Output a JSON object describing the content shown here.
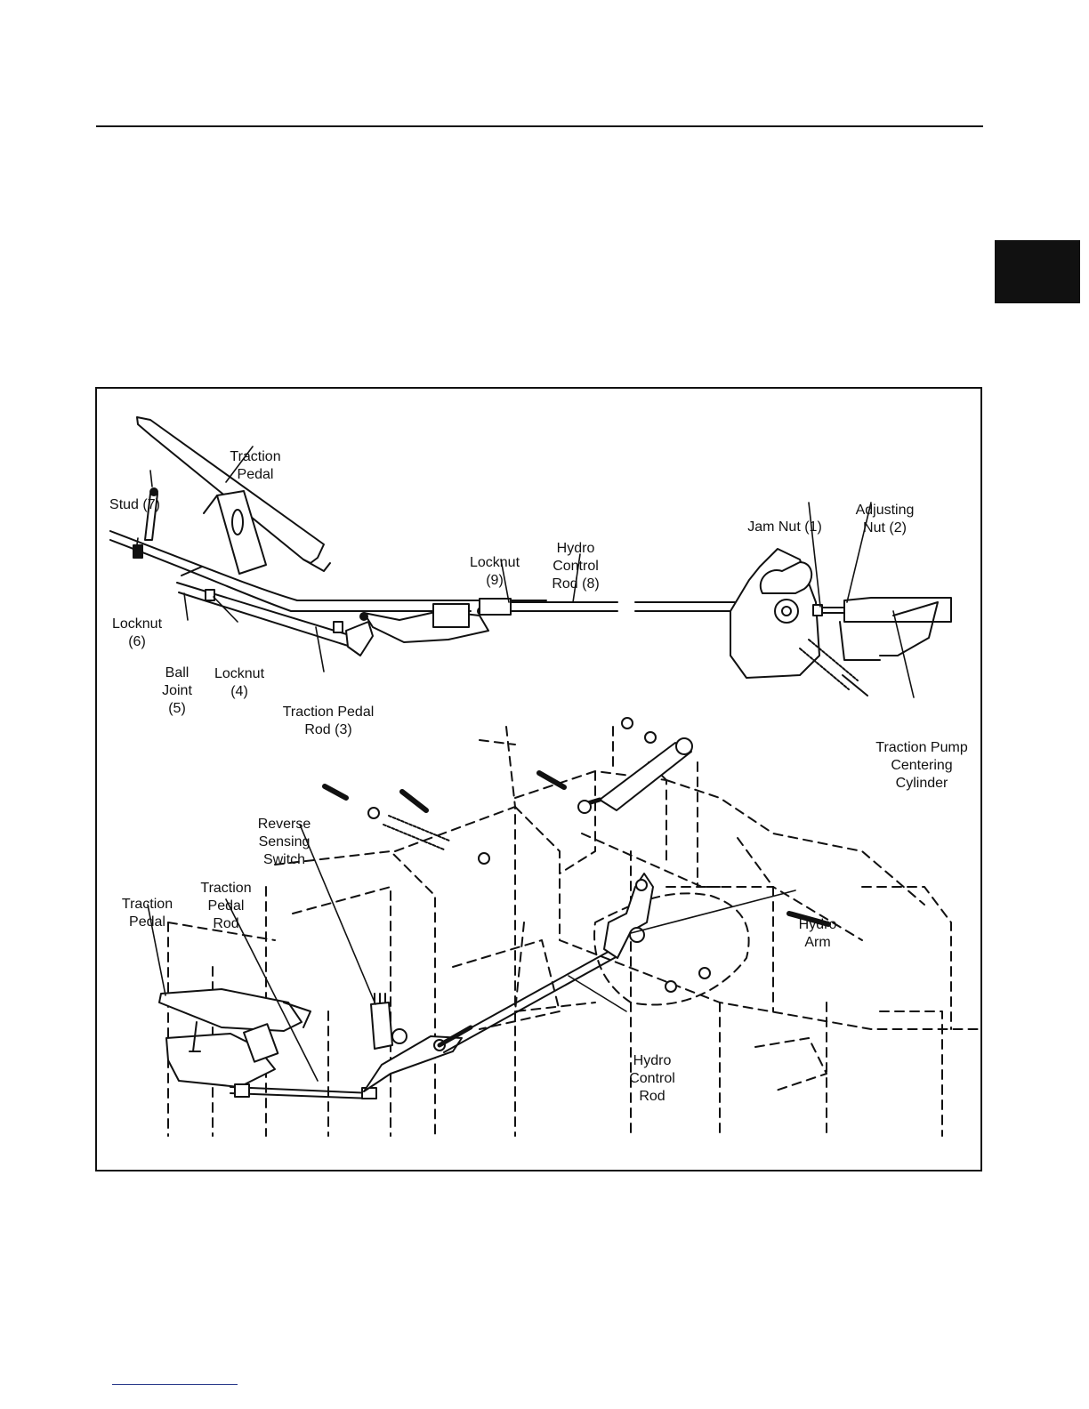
{
  "diagram": {
    "labels": {
      "traction_pedal_top": [
        "Traction",
        "Pedal"
      ],
      "stud": [
        "Stud (7)"
      ],
      "locknut_6": [
        "Locknut",
        "(6)"
      ],
      "ball_joint": [
        "Ball",
        "Joint",
        "(5)"
      ],
      "locknut_4": [
        "Locknut",
        "(4)"
      ],
      "traction_pedal_rod_3": [
        "Traction Pedal",
        "Rod (3)"
      ],
      "locknut_9": [
        "Locknut",
        "(9)"
      ],
      "hydro_control_rod_8": [
        "Hydro",
        "Control",
        "Rod (8)"
      ],
      "jam_nut": [
        "Jam Nut (1)"
      ],
      "adjusting_nut": [
        "Adjusting",
        "Nut (2)"
      ],
      "centering_cylinder": [
        "Traction Pump",
        "Centering",
        "Cylinder"
      ],
      "reverse_sensing_switch": [
        "Reverse",
        "Sensing",
        "Switch"
      ],
      "traction_pedal_rod_lower": [
        "Traction",
        "Pedal",
        "Rod"
      ],
      "traction_pedal_lower": [
        "Traction",
        "Pedal"
      ],
      "hydro_arm": [
        "Hydro",
        "Arm"
      ],
      "hydro_control_rod_lower": [
        "Hydro",
        "Control",
        "Rod"
      ]
    }
  }
}
